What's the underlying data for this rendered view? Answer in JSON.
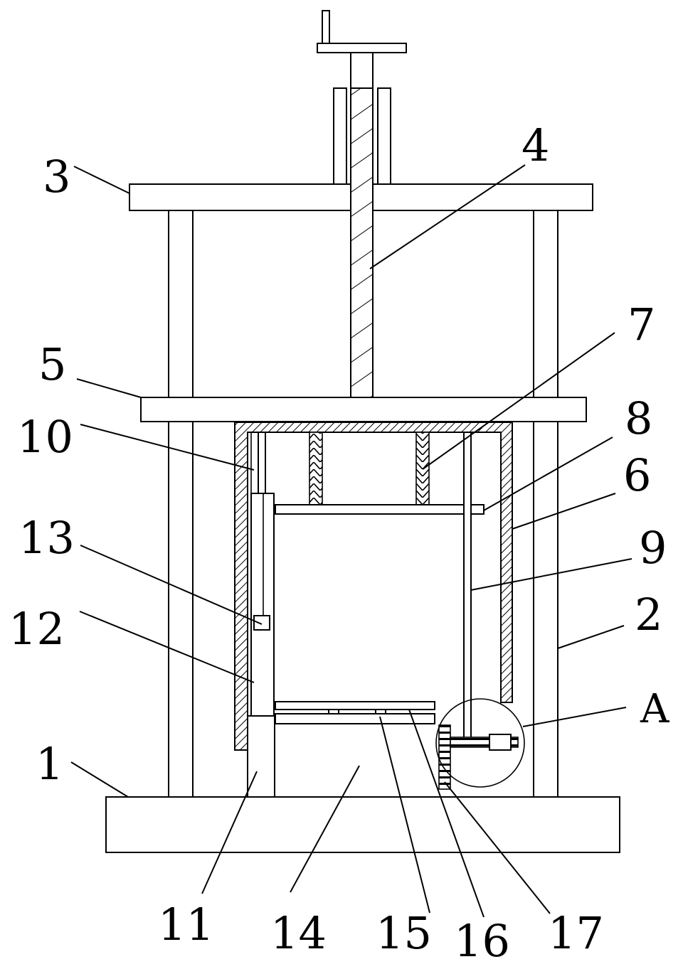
{
  "labels": {
    "l1": "1",
    "l2": "2",
    "l3": "3",
    "l4": "4",
    "l5": "5",
    "l6": "6",
    "l7": "7",
    "l8": "8",
    "l9": "9",
    "l10": "10",
    "l11": "11",
    "l12": "12",
    "l13": "13",
    "l14": "14",
    "l15": "15",
    "l16": "16",
    "l17": "17",
    "lA": "A"
  },
  "colors": {
    "line": "#000000",
    "background": "#ffffff"
  }
}
